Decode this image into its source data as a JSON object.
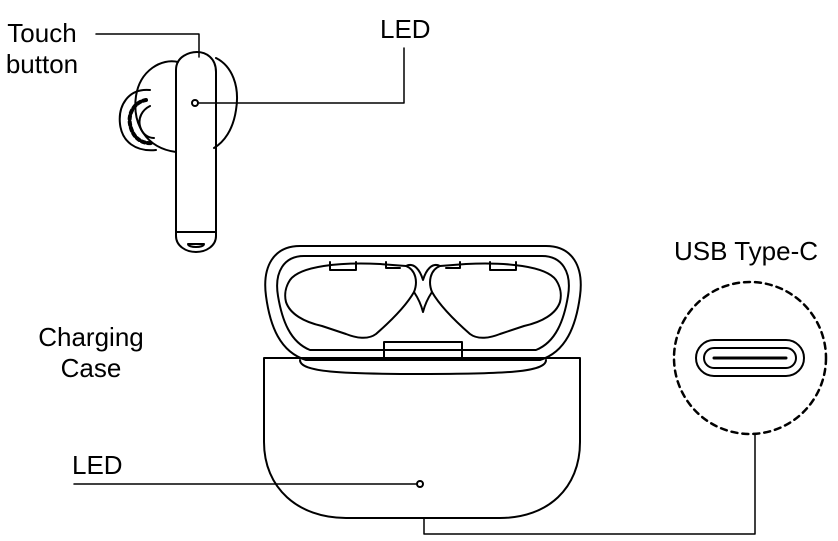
{
  "labels": {
    "touch_button_line1": "Touch",
    "touch_button_line2": "button",
    "earbud_led": "LED",
    "charging_case_line1": "Charging",
    "charging_case_line2": "Case",
    "case_led": "LED",
    "usb_type_c": "USB Type-C"
  },
  "colors": {
    "stroke": "#000000",
    "background": "#ffffff"
  }
}
